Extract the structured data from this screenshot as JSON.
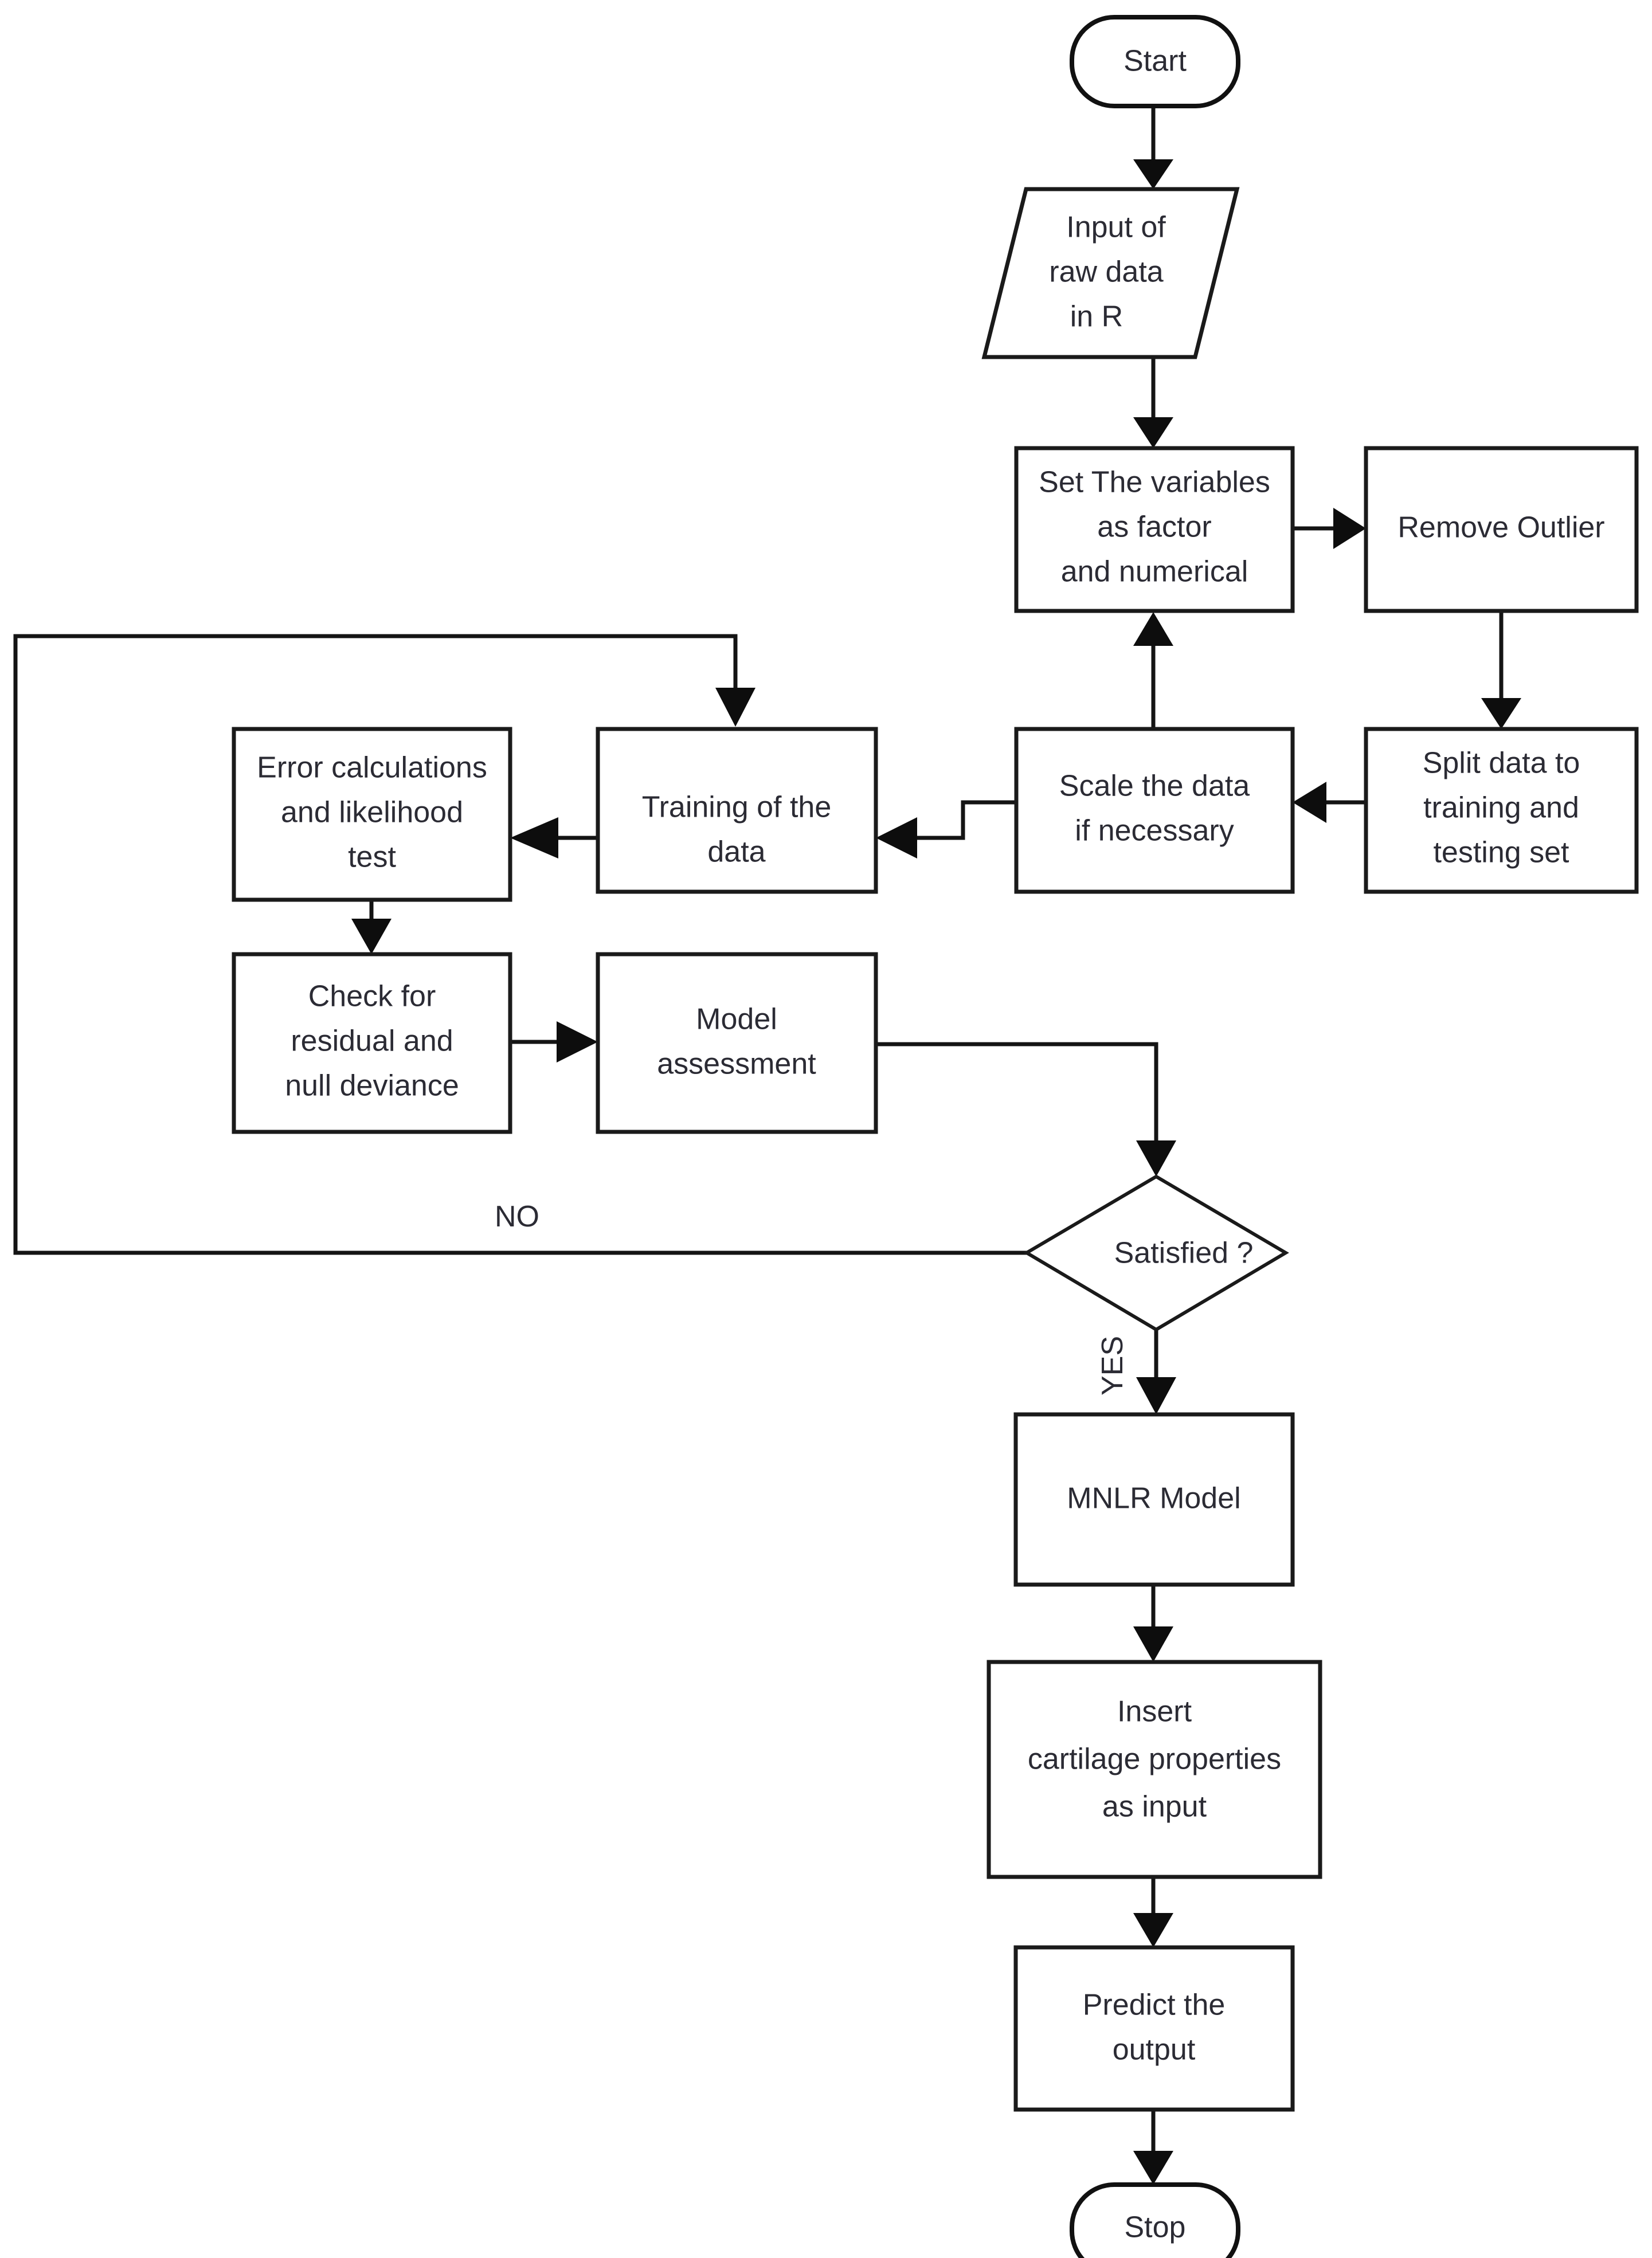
{
  "diagram": {
    "title": "MNLR modelling workflow flowchart",
    "type": "flowchart",
    "background_color": "#ffffff",
    "line_color": "#141414",
    "text_color": "#2b2b34"
  },
  "nodes": {
    "start": {
      "label": "Start",
      "shape": "terminator"
    },
    "input_raw_data": {
      "line1": "Input of",
      "line2": "raw data",
      "line3": "in R",
      "shape": "parallelogram"
    },
    "set_variables": {
      "line1": "Set The variables",
      "line2": "as factor",
      "line3": "and numerical",
      "shape": "process"
    },
    "remove_outlier": {
      "line1": "Remove Outlier",
      "shape": "process"
    },
    "split_data": {
      "line1": "Split data to",
      "line2": "training and",
      "line3": "testing set",
      "shape": "process"
    },
    "scale_data": {
      "line1": "Scale the data",
      "line2": "if necessary",
      "shape": "process"
    },
    "training_data": {
      "line1": "Training of the",
      "line2": "data",
      "shape": "process"
    },
    "error_calculations": {
      "line1": "Error calculations",
      "line2": "and likelihood",
      "line3": "test",
      "shape": "process"
    },
    "check_residual": {
      "line1": "Check for",
      "line2": "residual and",
      "line3": "null deviance",
      "shape": "process"
    },
    "model_assessment": {
      "line1": "Model",
      "line2": "assessment",
      "shape": "process"
    },
    "satisfied": {
      "label": "Satisfied ?",
      "shape": "decision"
    },
    "mnlr_model": {
      "line1": "MNLR Model",
      "shape": "process"
    },
    "insert_cartilage": {
      "line1": "Insert",
      "line2": "cartilage properties",
      "line3": "as input",
      "shape": "process"
    },
    "predict_output": {
      "line1": "Predict the",
      "line2": "output",
      "shape": "process"
    },
    "stop": {
      "label": "Stop",
      "shape": "terminator"
    }
  },
  "edge_labels": {
    "no": "NO",
    "yes": "YES"
  }
}
